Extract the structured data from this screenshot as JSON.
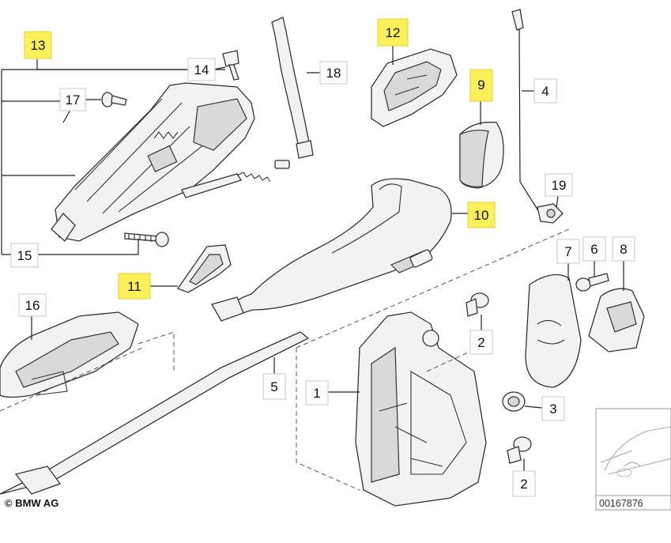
{
  "callouts": {
    "c1": "1",
    "c2a": "2",
    "c2b": "2",
    "c3": "3",
    "c4": "4",
    "c5": "5",
    "c6": "6",
    "c7": "7",
    "c8": "8",
    "c9": "9",
    "c10": "10",
    "c11": "11",
    "c12": "12",
    "c13": "13",
    "c14": "14",
    "c15": "15",
    "c16": "16",
    "c17": "17",
    "c18": "18",
    "c19": "19"
  },
  "highlighted_callouts": [
    "13",
    "12",
    "9",
    "10",
    "11"
  ],
  "colors": {
    "highlight": "#fbf05a",
    "line": "#333333",
    "part_fill": "#f2f2f2"
  },
  "footer": {
    "copyright": "© BMW AG",
    "diagram_number": "00167876"
  }
}
